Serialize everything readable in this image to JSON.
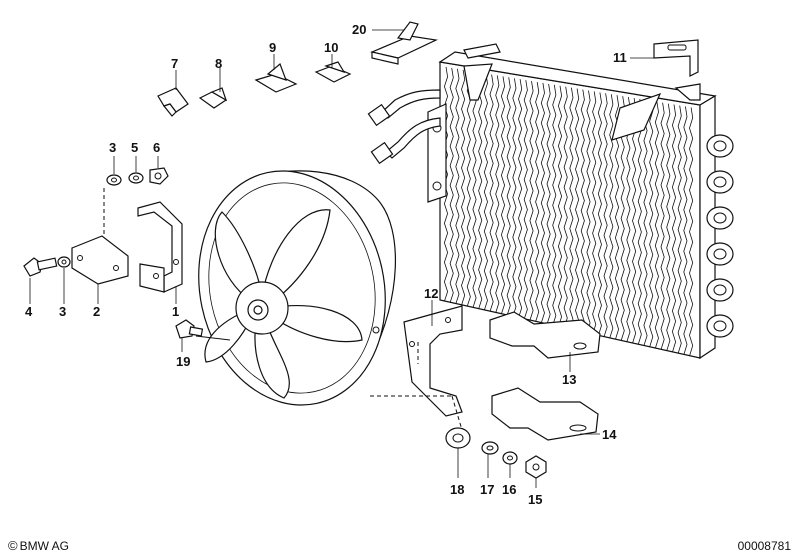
{
  "labels": {
    "p1": "1",
    "p2": "2",
    "p3a": "3",
    "p3b": "3",
    "p4": "4",
    "p5": "5",
    "p6": "6",
    "p7": "7",
    "p8": "8",
    "p9": "9",
    "p10": "10",
    "p11": "11",
    "p12": "12",
    "p13": "13",
    "p14": "14",
    "p15": "15",
    "p16": "16",
    "p17": "17",
    "p18": "18",
    "p19": "19",
    "p20": "20"
  },
  "footer": {
    "copyright_symbol": "©",
    "copyright": "BMW AG",
    "doc_number": "00008781"
  }
}
